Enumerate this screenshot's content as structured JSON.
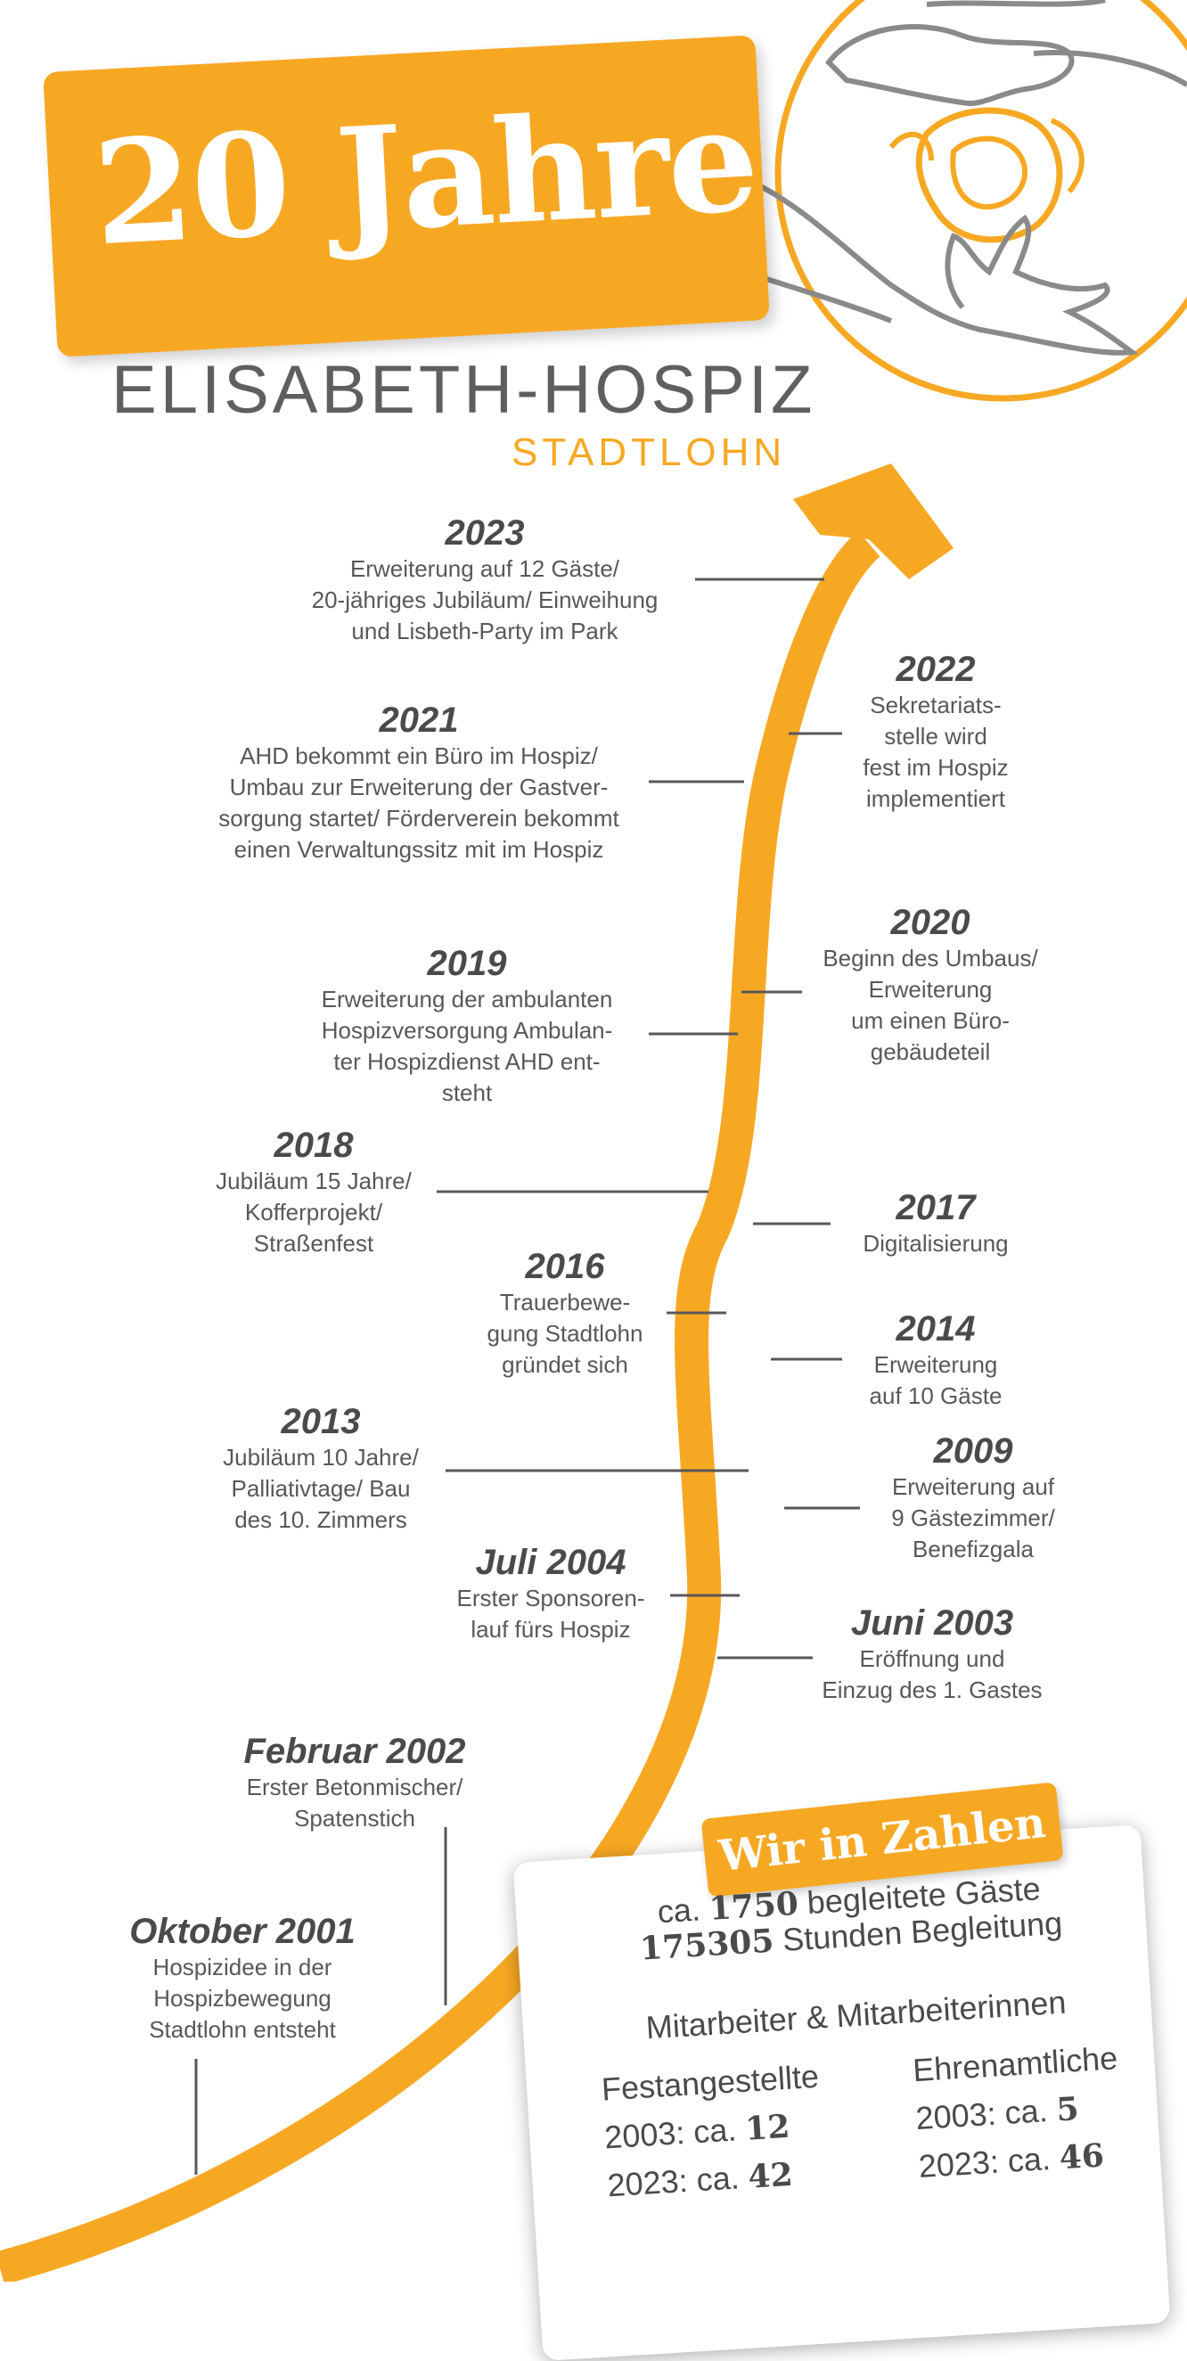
{
  "colors": {
    "accent": "#f7a823",
    "text": "#58585a",
    "heading": "#4a4a4c",
    "background": "#ffffff"
  },
  "header": {
    "badge": "20 Jahre",
    "org_name": "ELISABETH-HOSPIZ",
    "org_city": "STADTLOHN"
  },
  "timeline": [
    {
      "year": "2023",
      "desc": "Erweiterung auf 12 Gäste/\n20-jähriges Jubiläum/ Einweihung\nund Lisbeth-Party im Park"
    },
    {
      "year": "2022",
      "desc": "Sekretariats-\nstelle wird\nfest im Hospiz\nimplementiert"
    },
    {
      "year": "2021",
      "desc": "AHD bekommt ein Büro im Hospiz/\nUmbau zur Erweiterung der Gastver-\nsorgung startet/ Förderverein bekommt\neinen Verwaltungssitz mit im Hospiz"
    },
    {
      "year": "2020",
      "desc": "Beginn des Umbaus/\nErweiterung\num einen Büro-\ngebäudeteil"
    },
    {
      "year": "2019",
      "desc": "Erweiterung der ambulanten\nHospizversorgung Ambulan-\nter Hospizdienst AHD ent-\nsteht"
    },
    {
      "year": "2018",
      "desc": "Jubiläum 15 Jahre/\nKofferprojekt/\nStraßenfest"
    },
    {
      "year": "2017",
      "desc": "Digitalisierung"
    },
    {
      "year": "2016",
      "desc": "Trauerbewe-\ngung Stadtlohn\ngründet sich"
    },
    {
      "year": "2014",
      "desc": "Erweiterung\nauf 10 Gäste"
    },
    {
      "year": "2013",
      "desc": "Jubiläum 10 Jahre/\nPalliativtage/ Bau\ndes 10. Zimmers"
    },
    {
      "year": "2009",
      "desc": "Erweiterung auf\n9 Gästezimmer/\nBenefizgala"
    },
    {
      "year": "Juli 2004",
      "desc": "Erster Sponsoren-\nlauf fürs Hospiz"
    },
    {
      "year": "Juni 2003",
      "desc": "Eröffnung und\nEinzug des 1. Gastes"
    },
    {
      "year": "Februar 2002",
      "desc": "Erster Betonmischer/\nSpatenstich"
    },
    {
      "year": "Oktober 2001",
      "desc": "Hospizidee in der\nHospizbewegung\nStadtlohn entsteht"
    }
  ],
  "stats": {
    "title": "Wir in Zahlen",
    "prefix_ca": "ca.",
    "guests_value": "1750",
    "guests_label": "begleitete Gäste",
    "hours_value": "175305",
    "hours_label": "Stunden Begleitung",
    "staff_heading": "Mitarbeiter & Mitarbeiterinnen",
    "fulltime": {
      "label": "Festangestellte",
      "y2003_label": "2003: ca.",
      "y2003": "12",
      "y2023_label": "2023: ca.",
      "y2023": "42"
    },
    "volunteers": {
      "label": "Ehrenamtliche",
      "y2003_label": "2003: ca.",
      "y2003": "5",
      "y2023_label": "2023: ca.",
      "y2023": "46"
    }
  }
}
